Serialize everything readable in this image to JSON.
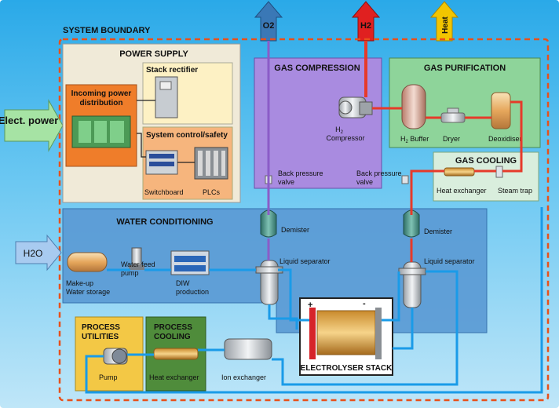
{
  "boundary_label": "SYSTEM BOUNDARY",
  "inputs": {
    "electricity": "Elect. power",
    "water": "H2O"
  },
  "outputs": {
    "oxygen": "O2",
    "hydrogen": "H2",
    "heat": "Heat"
  },
  "power_supply": {
    "title": "POWER SUPPLY",
    "incoming": "Incoming power distribution",
    "rectifier": "Stack rectifier",
    "control": "System control/safety",
    "switchboard": "Switchboard",
    "plcs": "PLCs"
  },
  "gas_compression": {
    "title": "GAS COMPRESSION",
    "compressor": "H2 Compressor",
    "bpv_left": "Back pressure valve",
    "bpv_right": "Back pressure valve"
  },
  "gas_purification": {
    "title": "GAS PURIFICATION",
    "buffer": "H2 Buffer",
    "dryer": "Dryer",
    "deoxidiser": "Deoxidiser"
  },
  "gas_cooling": {
    "title": "GAS COOLING",
    "heat_exchanger": "Heat exchanger",
    "steam_trap": "Steam trap"
  },
  "water_conditioning": {
    "title": "WATER CONDITIONING",
    "storage": "Make-up Water storage",
    "feed_pump": "Water feed pump",
    "diw": "DIW production",
    "demister_left": "Demister",
    "demister_right": "Demister",
    "separator_left": "Liquid separator",
    "separator_right": "Liquid separator"
  },
  "process_utilities": {
    "title": "PROCESS UTILITIES",
    "pump": "Pump"
  },
  "process_cooling": {
    "title": "PROCESS COOLING",
    "heat_exchanger": "Heat exchanger"
  },
  "ion_exchanger": "Ion exchanger",
  "stack": {
    "title": "ELECTROLYSER STACK",
    "plus": "+",
    "minus": "-"
  },
  "colors": {
    "o2_arrow": "#3a78b6",
    "h2_arrow": "#e02020",
    "heat_arrow": "#f2c500",
    "boundary": "#e8501a",
    "power_box": "#f0ead8",
    "incoming_box": "#ef7d2a",
    "rectifier_box": "#fdf1c4",
    "control_box": "#f6b57d",
    "compression_box": "#a98be0",
    "purification_box": "#8ed49a",
    "cooling_box": "#d9eedd",
    "water_box": "#5b9bd5",
    "utilities_box": "#f3c845",
    "proc_cooling_box": "#4f8c3b",
    "water_line": "#1a9be8",
    "h2_line": "#e63a2a",
    "o2_line": "#8b5cc8"
  }
}
